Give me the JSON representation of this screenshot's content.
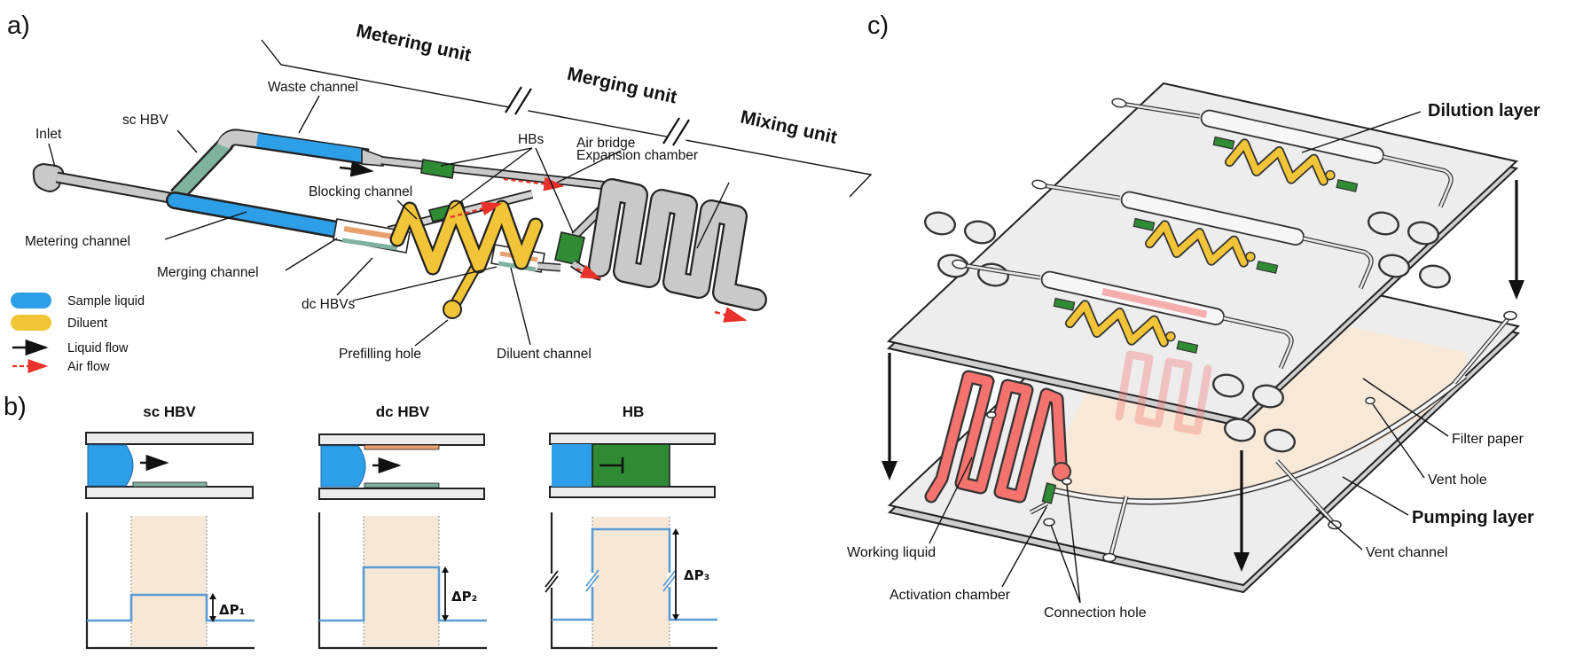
{
  "figure": {
    "panel_a": {
      "letter": "a)",
      "units": [
        "Metering unit",
        "Merging unit",
        "Mixing unit"
      ],
      "labels": {
        "inlet": "Inlet",
        "sc_hbv": "sc HBV",
        "waste_channel": "Waste channel",
        "blocking_channel": "Blocking channel",
        "metering_channel": "Metering channel",
        "merging_channel": "Merging channel",
        "dc_hbvs": "dc HBVs",
        "hbs": "HBs",
        "air_bridge": "Air bridge",
        "expansion_chamber": "Expansion chamber",
        "prefilling_hole": "Prefilling hole",
        "diluent_channel": "Diluent channel"
      },
      "legend": [
        {
          "key": "sample-liquid",
          "label": "Sample liquid",
          "swatch": "#2D9FE8"
        },
        {
          "key": "diluent",
          "label": "Diluent",
          "swatch": "#F2C437"
        },
        {
          "key": "liquid-flow",
          "label": "Liquid flow",
          "swatch": "black-arrow"
        },
        {
          "key": "air-flow",
          "label": "Air flow",
          "swatch": "red-dashed-arrow"
        }
      ]
    },
    "panel_b": {
      "letter": "b)",
      "valves": [
        {
          "title": "sc HBV",
          "delta": "ΔP₁"
        },
        {
          "title": "dc HBV",
          "delta": "ΔP₂"
        },
        {
          "title": "HB",
          "delta": "ΔP₃"
        }
      ]
    },
    "panel_c": {
      "letter": "c)",
      "labels": {
        "dilution_layer": "Dilution layer",
        "filter_paper": "Filter paper",
        "vent_hole": "Vent hole",
        "pumping_layer": "Pumping layer",
        "vent_channel": "Vent channel",
        "working_liquid": "Working liquid",
        "activation_chamber": "Activation chamber",
        "connection_hole": "Connection hole"
      }
    },
    "colors": {
      "sample_liquid": "#2D9FE8",
      "diluent": "#F2C437",
      "hb_green": "#2F8C35",
      "sc_coating_teal": "#80B2A0",
      "dc_coating_orange": "#E8A06E",
      "working_liquid_red": "#F4736F",
      "air_flow_red": "#E8312A",
      "channel_grey": "#C9C9C9",
      "plate_grey": "#EDEDED",
      "pressure_fill_beige": "#F7E7D7",
      "filter_paper_beige": "#F8E8D8",
      "plot_line_blue": "#5B9BD5"
    }
  }
}
